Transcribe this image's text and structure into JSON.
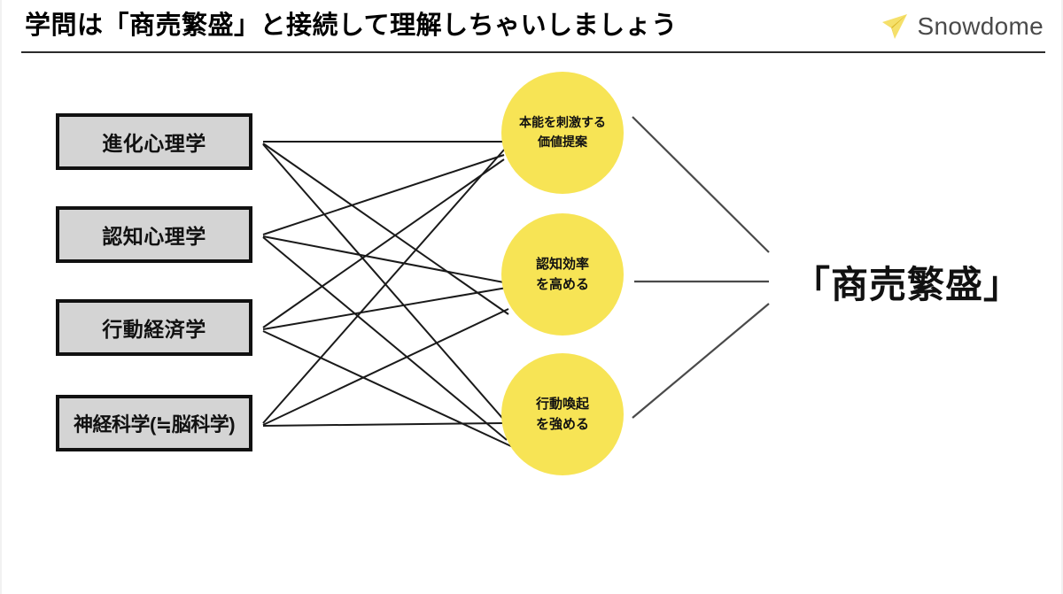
{
  "header": {
    "title": "学問は「商売繁盛」と接続して理解しちゃいしましょう",
    "brand_name": "Snowdome",
    "brand_icon": "paper-plane-icon",
    "divider_color": "#2b2b2b"
  },
  "colors": {
    "circle_yellow": "#f7e455",
    "box_gray": "#d4d4d4",
    "box_border": "#111111",
    "brand_yellow": "#f2d94e",
    "line": "#1a1a1a",
    "text": "#111111",
    "background": "#ffffff"
  },
  "disciplines": [
    {
      "id": "evolutionary-psychology",
      "label": "進化心理学"
    },
    {
      "id": "cognitive-psychology",
      "label": "認知心理学"
    },
    {
      "id": "behavioral-economics",
      "label": "行動経済学"
    },
    {
      "id": "neuroscience",
      "label": "神経科学(≒脳科学)"
    }
  ],
  "outcomes": [
    {
      "id": "instinct-value-proposition",
      "line1": "本能を刺激する",
      "line2": "価値提案"
    },
    {
      "id": "cognitive-efficiency",
      "line1": "認知効率",
      "line2": "を高める"
    },
    {
      "id": "action-activation",
      "line1": "行動喚起",
      "line2": "を強める"
    }
  ],
  "goal": {
    "id": "business-prosperity",
    "label": "「商売繁盛」"
  },
  "connections": {
    "note": "complete bipartite: every discipline connects to every outcome; every outcome converges on the goal",
    "discipline_to_outcome_count": 12,
    "outcome_to_goal_count": 3
  }
}
